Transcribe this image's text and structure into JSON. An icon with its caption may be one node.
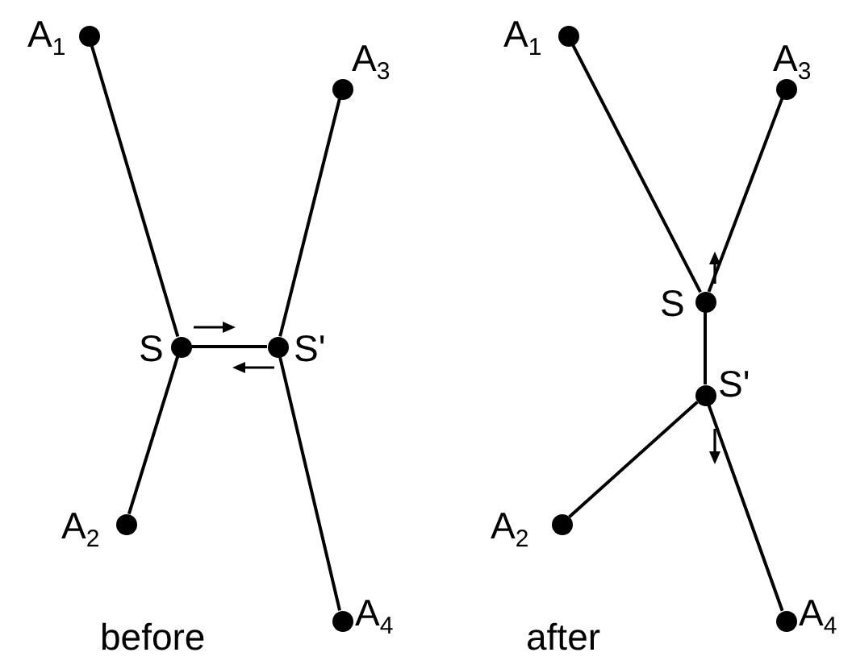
{
  "diagram": {
    "nodes": [
      {
        "text": [],
        "shape": "circle",
        "beside": [
          "A$_{1}$"
        ]
      },
      {
        "text": [],
        "shape": "circle",
        "beside": [
          "A$_{3}$"
        ]
      },
      {
        "text": [],
        "shape": "circle",
        "beside": [
          "S"
        ]
      },
      {
        "text": [],
        "shape": "circle",
        "beside": [
          "S'"
        ]
      },
      {
        "text": [],
        "shape": "circle",
        "beside": [
          "A$_{2}$"
        ]
      },
      {
        "text": [],
        "shape": "circle",
        "beside": [
          "A$_{4}$"
        ]
      },
      {
        "text": [],
        "shape": "circle",
        "beside": [
          "A$_{1}$"
        ]
      },
      {
        "text": [],
        "shape": "circle",
        "beside": [
          "A$_{3}$"
        ]
      },
      {
        "text": [],
        "shape": "circle",
        "beside": [
          "S"
        ]
      },
      {
        "text": [],
        "shape": "circle",
        "beside": [
          "S'"
        ]
      },
      {
        "text": [],
        "shape": "circle",
        "beside": [
          "A$_{2}$"
        ]
      },
      {
        "text": [],
        "shape": "circle",
        "beside": [
          "A$_{4}$"
        ]
      }
    ],
    "edges": [
      {
        "from": 0,
        "to": 2,
        "arrow": "none"
      },
      {
        "from": 2,
        "to": 4,
        "arrow": "none"
      },
      {
        "from": 1,
        "to": 3,
        "arrow": "none"
      },
      {
        "from": 3,
        "to": 5,
        "arrow": "none"
      },
      {
        "from": 2,
        "to": 3,
        "arrow": "none"
      },
      {
        "from": 6,
        "to": 8,
        "arrow": "none"
      },
      {
        "from": 7,
        "to": 8,
        "arrow": "none"
      },
      {
        "from": 8,
        "to": 9,
        "arrow": "none"
      },
      {
        "from": 9,
        "to": 10,
        "arrow": "none"
      },
      {
        "from": 9,
        "to": 11,
        "arrow": "none"
      }
    ],
    "labels": [
      "before",
      "after"
    ]
  }
}
